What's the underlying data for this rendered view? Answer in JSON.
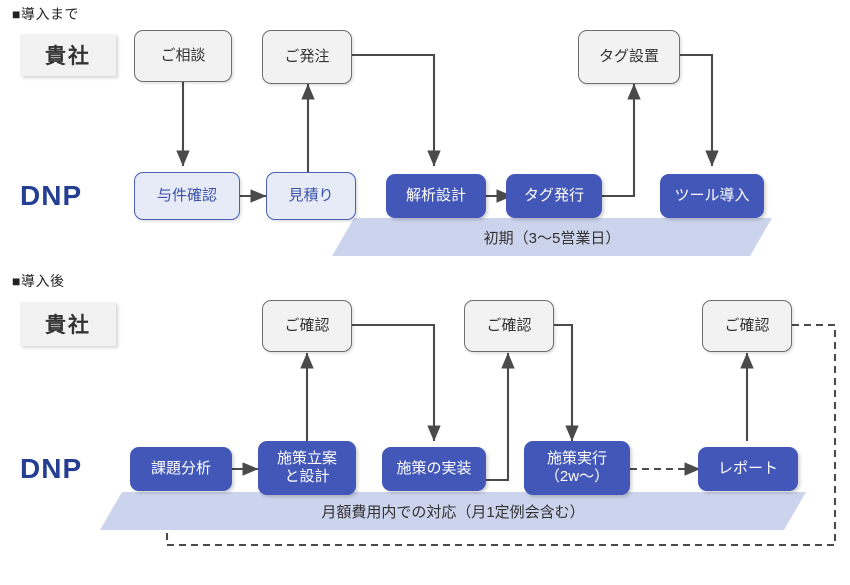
{
  "colors": {
    "dnp_blue": "#243f91",
    "node_solid": "#4257b8",
    "node_outline_fill": "#e7ebf8",
    "node_outline_border": "#4a5fb5",
    "client_fill": "#f2f2f2",
    "client_border": "#6e6e6e",
    "banner_fill": "#ccd3ec",
    "edge": "#4a4a4a",
    "page_bg": "#ffffff"
  },
  "sections": [
    {
      "id": "before",
      "heading": "■導入まで",
      "lanes": {
        "client": "貴社",
        "vendor": "DNP"
      },
      "banner": {
        "label": "初期（3〜5営業日）"
      },
      "nodes": [
        {
          "id": "b-consult",
          "label": "ご相談",
          "lane": "client",
          "style": "client"
        },
        {
          "id": "b-order",
          "label": "ご発注",
          "lane": "client",
          "style": "client"
        },
        {
          "id": "b-tagset",
          "label": "タグ設置",
          "lane": "client",
          "style": "client"
        },
        {
          "id": "b-req",
          "label": "与件確認",
          "lane": "vendor",
          "style": "dnp-outline"
        },
        {
          "id": "b-quote",
          "label": "見積り",
          "lane": "vendor",
          "style": "dnp-outline"
        },
        {
          "id": "b-design",
          "label": "解析設計",
          "lane": "vendor",
          "style": "dnp-solid"
        },
        {
          "id": "b-tagissue",
          "label": "タグ発行",
          "lane": "vendor",
          "style": "dnp-solid"
        },
        {
          "id": "b-tool",
          "label": "ツール導入",
          "lane": "vendor",
          "style": "dnp-solid"
        }
      ],
      "edges": [
        {
          "from": "b-consult",
          "to": "b-req",
          "style": "solid"
        },
        {
          "from": "b-quote",
          "to": "b-order",
          "style": "solid"
        },
        {
          "from": "b-req",
          "to": "b-quote",
          "style": "solid"
        },
        {
          "from": "b-order",
          "to": "b-design",
          "style": "solid"
        },
        {
          "from": "b-design",
          "to": "b-tagissue",
          "style": "solid"
        },
        {
          "from": "b-tagissue",
          "to": "b-tagset",
          "style": "solid"
        },
        {
          "from": "b-tagset",
          "to": "b-tool",
          "style": "solid"
        }
      ]
    },
    {
      "id": "after",
      "heading": "■導入後",
      "lanes": {
        "client": "貴社",
        "vendor": "DNP"
      },
      "banner": {
        "label": "月額費用内での対応（月1定例会含む）"
      },
      "nodes": [
        {
          "id": "a-check1",
          "label": "ご確認",
          "lane": "client",
          "style": "client"
        },
        {
          "id": "a-check2",
          "label": "ご確認",
          "lane": "client",
          "style": "client"
        },
        {
          "id": "a-check3",
          "label": "ご確認",
          "lane": "client",
          "style": "client"
        },
        {
          "id": "a-analyze",
          "label": "課題分析",
          "lane": "vendor",
          "style": "dnp-solid"
        },
        {
          "id": "a-plan",
          "label": "施策立案\nと設計",
          "lane": "vendor",
          "style": "dnp-solid"
        },
        {
          "id": "a-impl",
          "label": "施策の実装",
          "lane": "vendor",
          "style": "dnp-solid"
        },
        {
          "id": "a-exec",
          "label": "施策実行\n（2w〜）",
          "lane": "vendor",
          "style": "dnp-solid"
        },
        {
          "id": "a-report",
          "label": "レポート",
          "lane": "vendor",
          "style": "dnp-solid"
        }
      ],
      "edges": [
        {
          "from": "a-analyze",
          "to": "a-plan",
          "style": "solid"
        },
        {
          "from": "a-plan",
          "to": "a-check1",
          "style": "solid"
        },
        {
          "from": "a-check1",
          "to": "a-impl",
          "style": "solid"
        },
        {
          "from": "a-impl",
          "to": "a-check2",
          "style": "solid"
        },
        {
          "from": "a-check2",
          "to": "a-exec",
          "style": "solid"
        },
        {
          "from": "a-exec",
          "to": "a-report",
          "style": "dashed"
        },
        {
          "from": "a-report",
          "to": "a-check3",
          "style": "solid"
        },
        {
          "from": "a-check3",
          "to": "a-analyze",
          "style": "dashed"
        }
      ]
    }
  ]
}
